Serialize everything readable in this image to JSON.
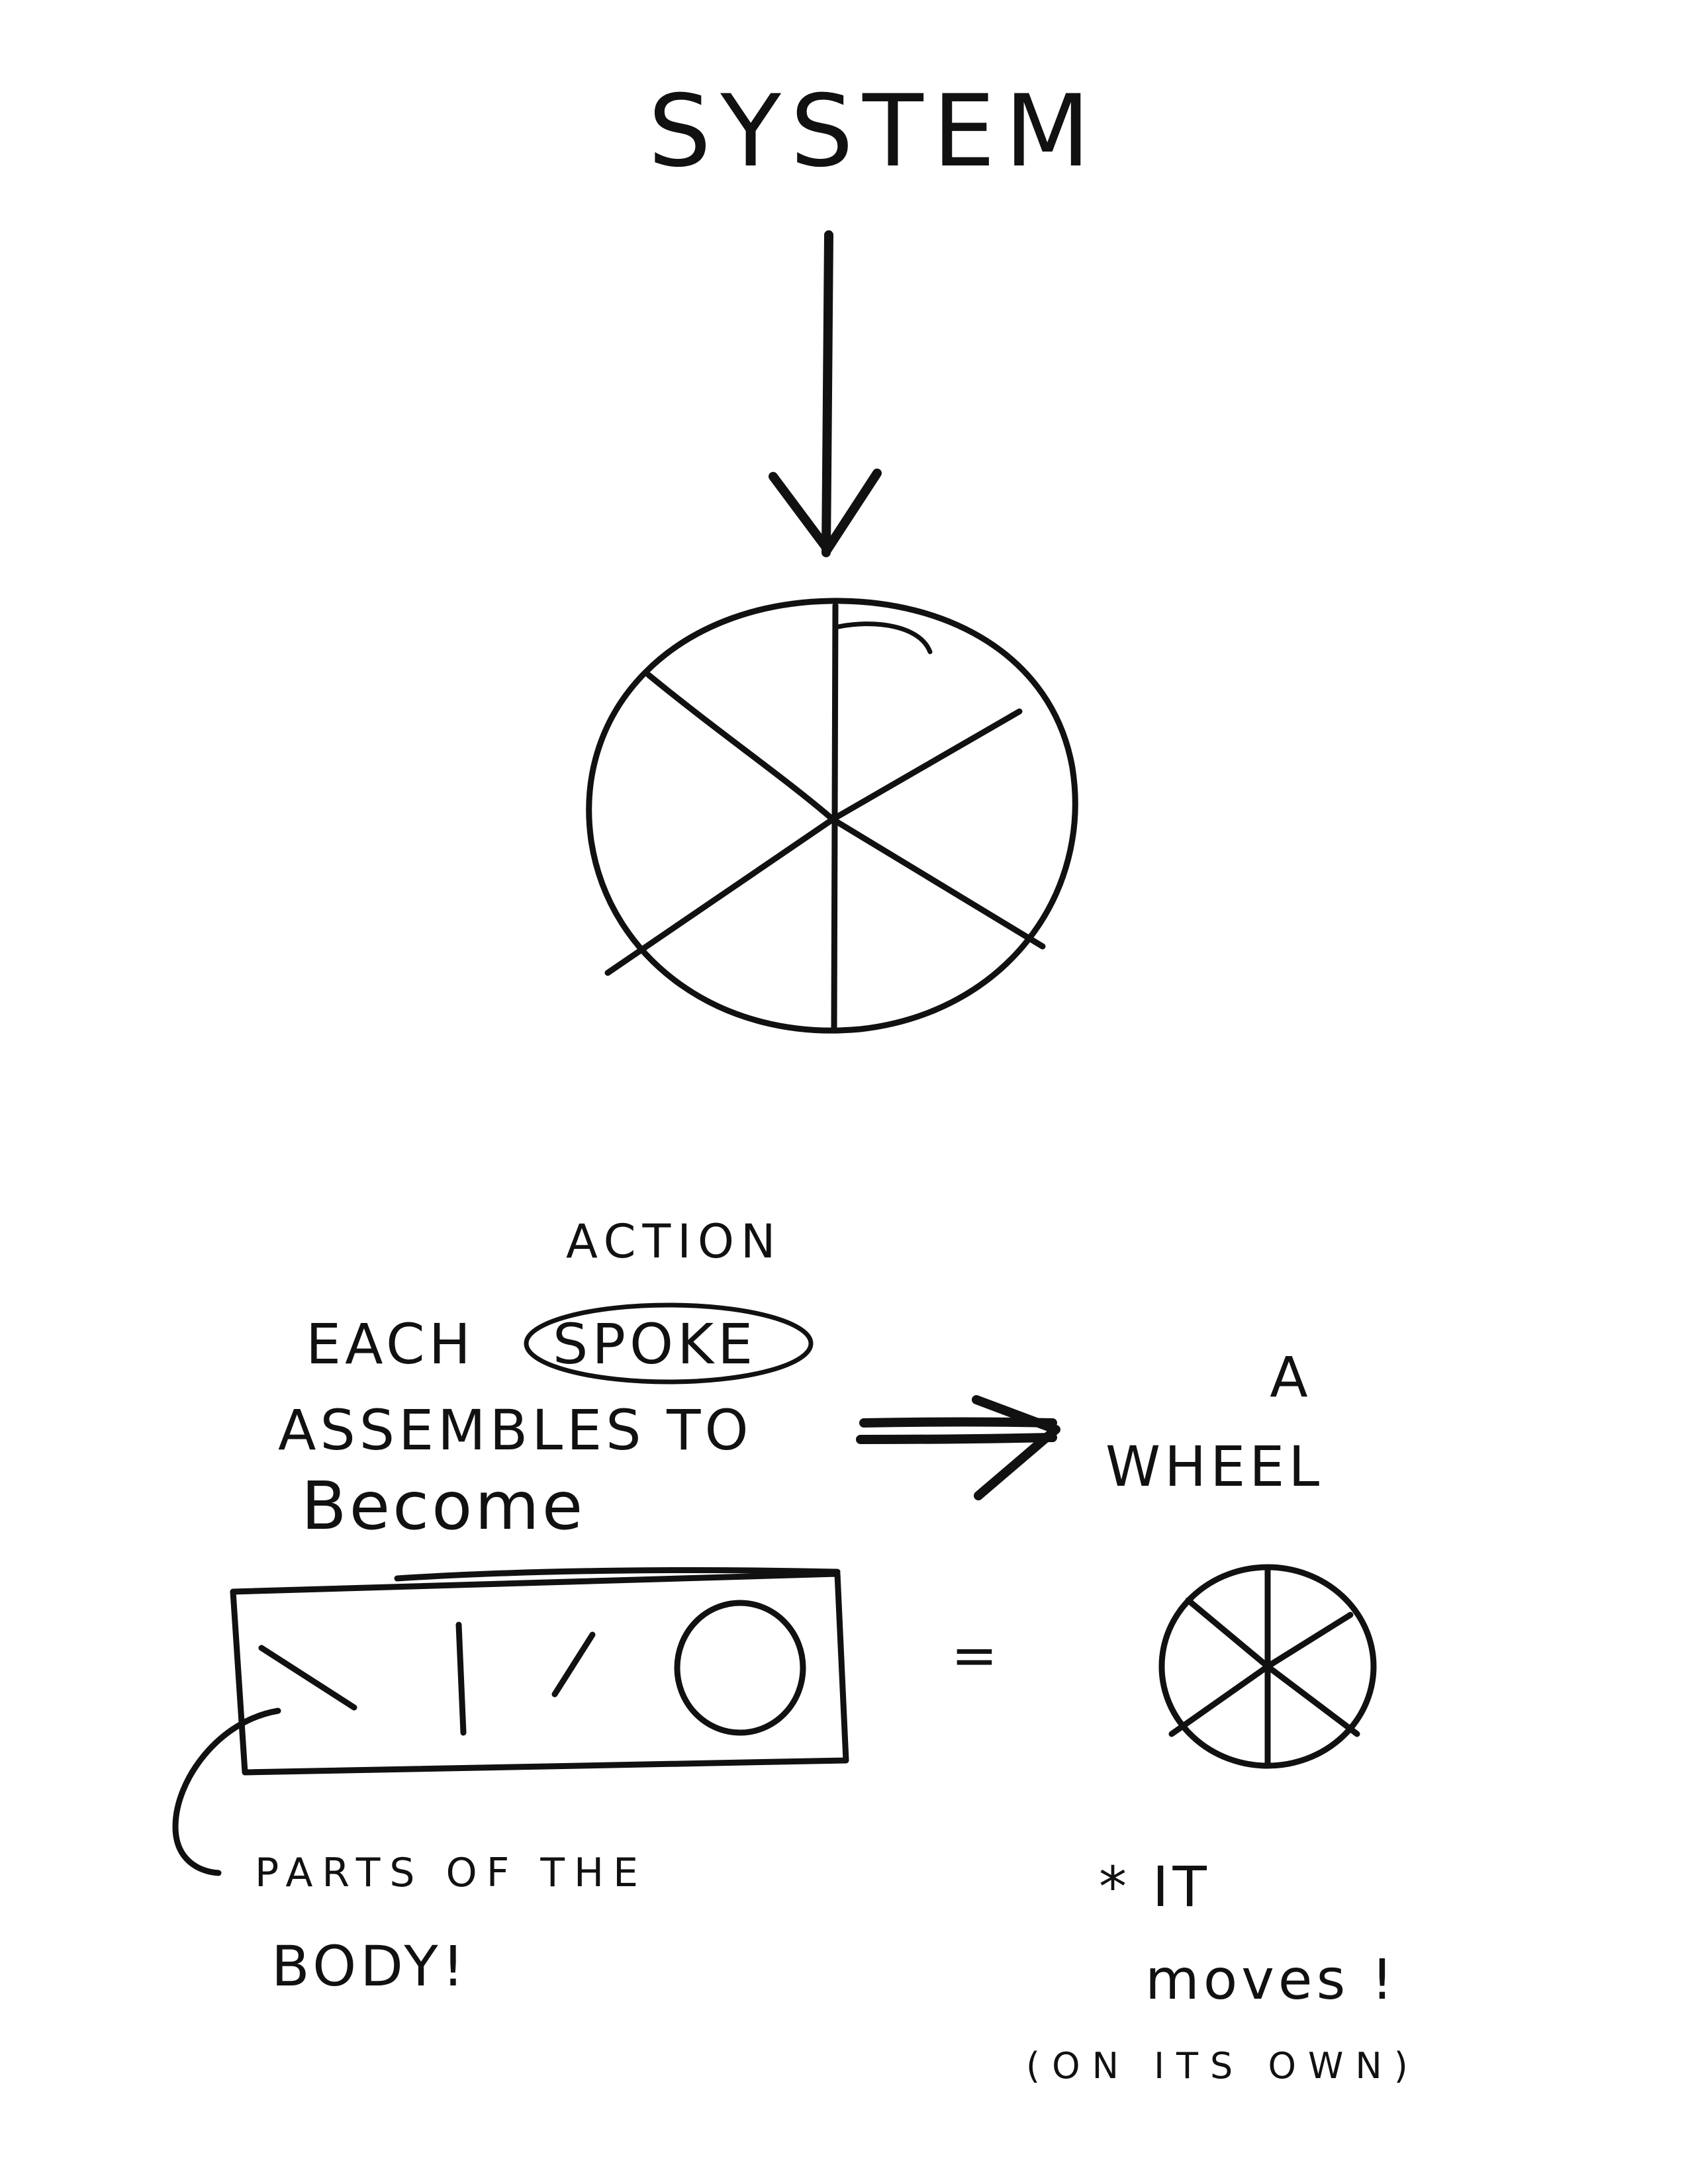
{
  "diagram": {
    "title": "SYSTEM",
    "label_action": "ACTION",
    "label_each": "EACH",
    "label_spoke": "SPOKE",
    "label_assembles": "ASSEMBLES TO",
    "label_become": "Become",
    "label_a": "A",
    "label_wheel": "WHEEL",
    "label_equals": "=",
    "label_parts": "PARTS OF THE",
    "label_body": "BODY!",
    "label_it": "* IT",
    "label_moves": "moves !",
    "label_own": "(ON ITS OWN)"
  },
  "icons": {
    "arrow_down": "arrow-down-icon",
    "wheel_large": "wheel-icon",
    "arrow_right": "arrow-right-icon",
    "parts_box": "parts-box",
    "wheel_small": "wheel-icon"
  },
  "colors": {
    "ink": "#111111",
    "paper": "#ffffff"
  }
}
